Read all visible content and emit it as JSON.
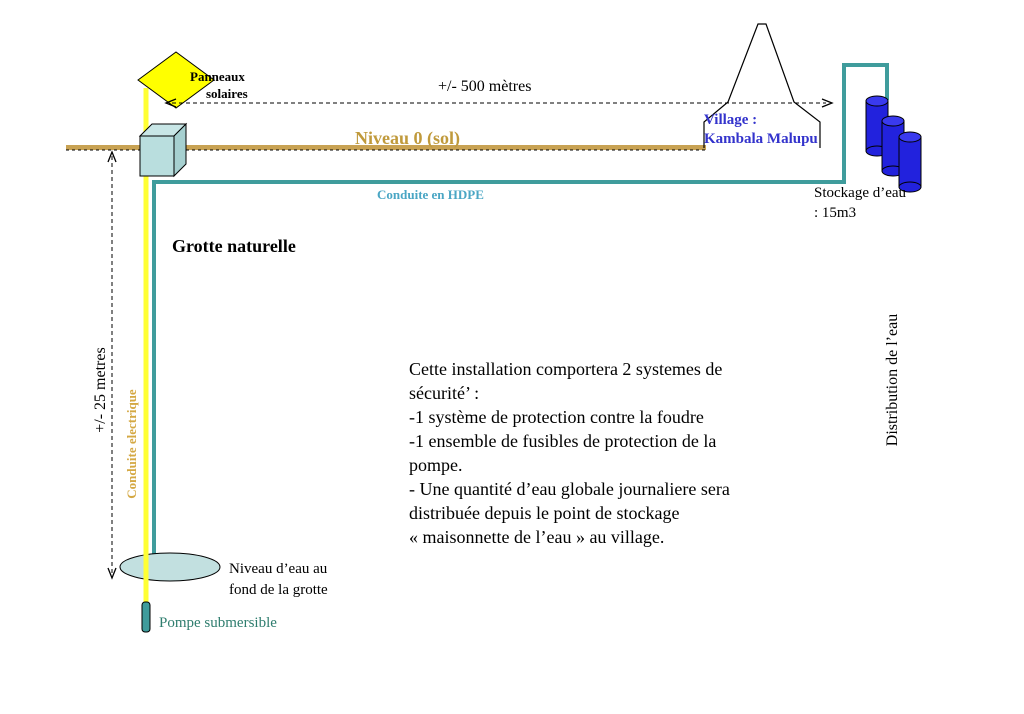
{
  "labels": {
    "panels": [
      "Panneaux",
      "solaires"
    ],
    "distance": "+/- 500 mètres",
    "ground": "Niveau 0 (sol)",
    "village": [
      "Village :",
      "Kambala Malupu"
    ],
    "pipe": "Conduite en HDPE",
    "storage": [
      "Stockage d’eau",
      ": 15m3"
    ],
    "cave": "Grotte naturelle",
    "depth": "+/- 25 metres",
    "cable": "Conduite electrique",
    "distribution": "Distribution de l’eau",
    "water_level": [
      "Niveau d’eau au",
      "fond de la grotte"
    ],
    "pump": "Pompe submersible"
  },
  "note": [
    "Cette installation comportera 2 systemes de",
    "sécurité’ :",
    "-1 système de protection contre la foudre",
    "-1 ensemble de fusibles de protection de la",
    "pompe.",
    "- Une quantité d’eau globale journaliere sera",
    "distribuée depuis le point de stockage",
    "« maisonnette de l’eau » au village."
  ],
  "colors": {
    "panel_fill": "#ffff00",
    "cable": "#ffff33",
    "ground_line": "#c8a253",
    "ground_text": "#c09a3c",
    "hdpe_pipe": "#3f9c9c",
    "pipe_text": "#4aa6c4",
    "village_text": "#3333cc",
    "tank": "#2222dd",
    "box": "#b9dede",
    "water": "#c2e0e0",
    "pump_text": "#2e7d6e"
  },
  "icons": [
    "solar-panel-icon",
    "control-box-icon",
    "storage-tank-icon",
    "village-tower-icon",
    "water-pool-icon",
    "pump-icon"
  ]
}
